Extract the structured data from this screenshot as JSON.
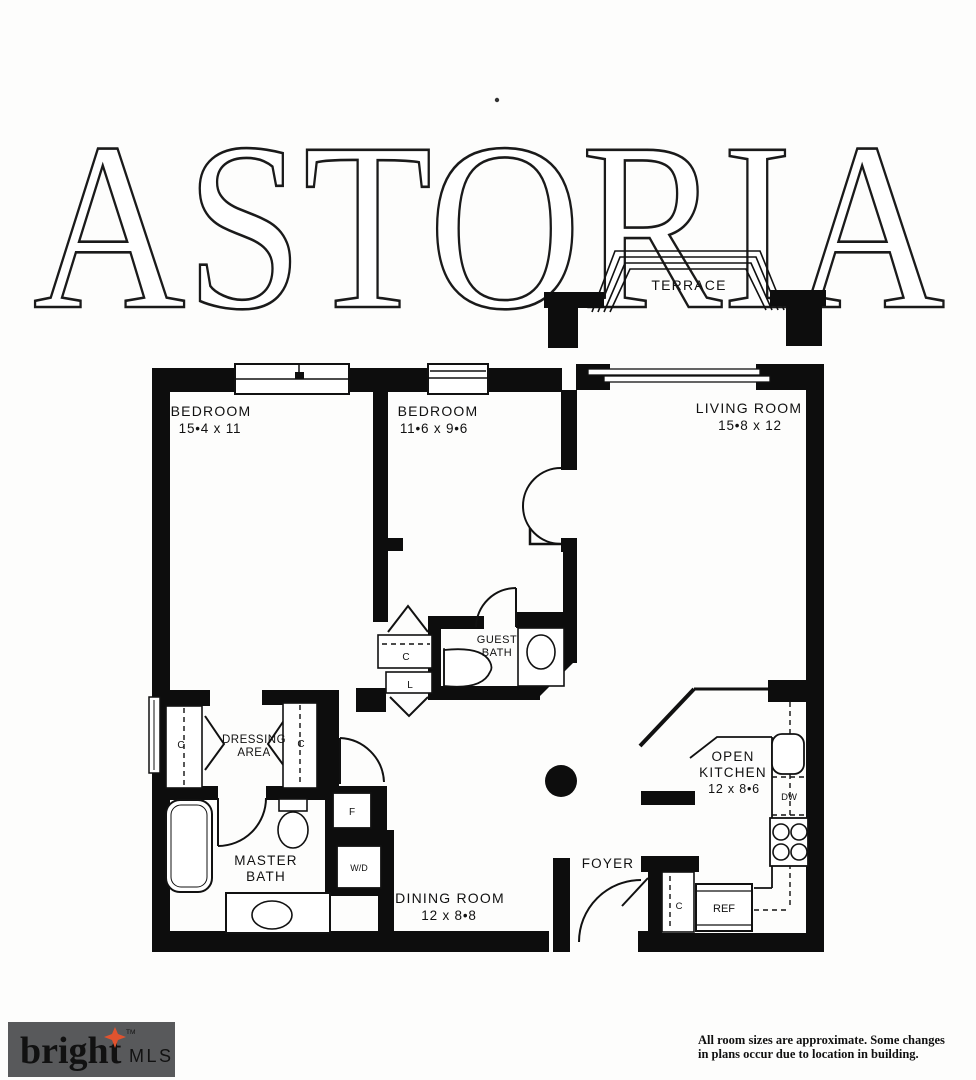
{
  "title": "ASTORIA",
  "rooms": {
    "terrace": {
      "name": "TERRACE"
    },
    "bedroom1": {
      "name": "BEDROOM",
      "dims": "15•4 x 11"
    },
    "bedroom2": {
      "name": "BEDROOM",
      "dims": "11•6 x 9•6"
    },
    "living": {
      "name": "LIVING ROOM",
      "dims": "15•8 x 12"
    },
    "guest_bath": {
      "line1": "GUEST",
      "line2": "BATH"
    },
    "dressing": {
      "line1": "DRESSING",
      "line2": "AREA"
    },
    "master_bath": {
      "line1": "MASTER",
      "line2": "BATH"
    },
    "kitchen": {
      "line1": "OPEN",
      "line2": "KITCHEN",
      "dims": "12 x 8•6"
    },
    "dining": {
      "name": "DINING ROOM",
      "dims": "12 x 8•8"
    },
    "foyer": {
      "name": "FOYER"
    }
  },
  "fixtures": {
    "closet": "C",
    "linen": "L",
    "f_closet": "F",
    "washer_dryer": "W/D",
    "dishwasher": "DW",
    "refrigerator": "REF"
  },
  "footer": {
    "disclaimer_line1": "All room sizes are approximate. Some changes",
    "disclaimer_line2": "in plans occur due to location in building.",
    "logo": {
      "brand": "bright",
      "tm": "TM",
      "suffix": "MLS",
      "bg_color": "#58595b",
      "brand_color": "#efeeec",
      "suffix_color": "#a3a6a9",
      "star_color": "#e0532f"
    }
  },
  "colors": {
    "wall": "#0d0d0d",
    "background": "#fdfdfc"
  }
}
